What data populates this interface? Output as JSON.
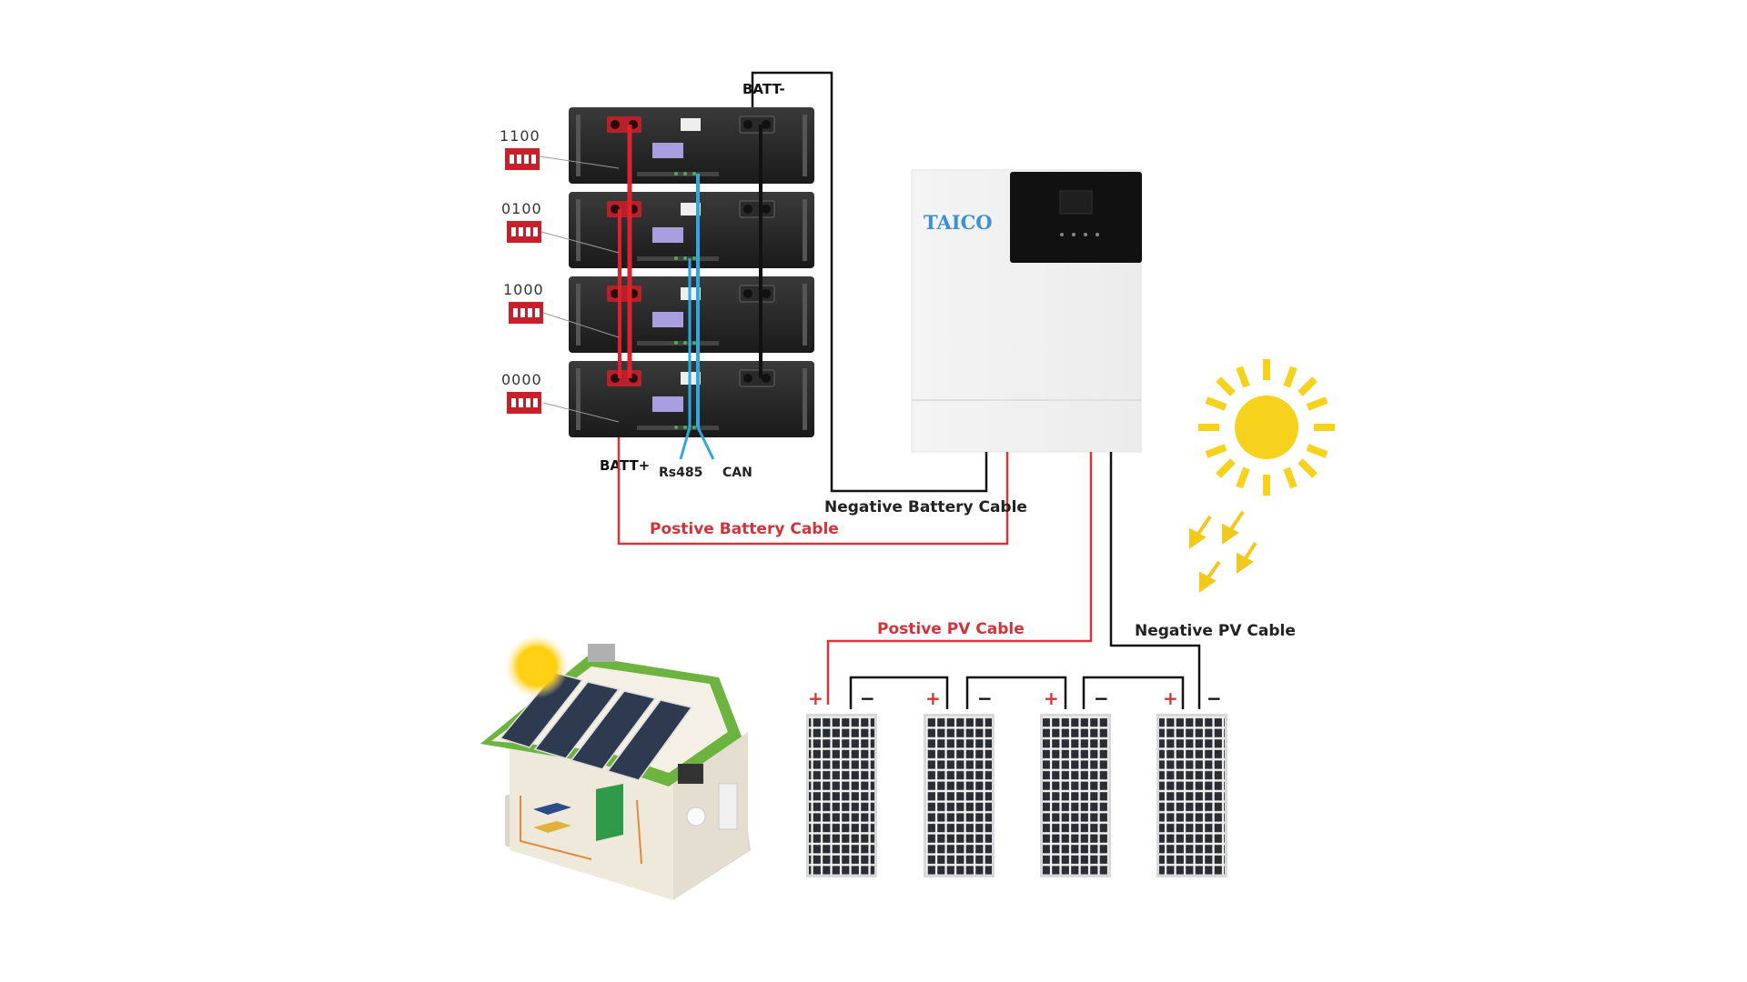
{
  "battery_stack": {
    "batt_minus_label": "BATT-",
    "batt_plus_label": "BATT+",
    "rs485_label": "Rs485",
    "can_label": "CAN",
    "modules": [
      {
        "dip_code": "1100"
      },
      {
        "dip_code": "0100"
      },
      {
        "dip_code": "1000"
      },
      {
        "dip_code": "0000"
      }
    ]
  },
  "inverter": {
    "brand": "TAICO"
  },
  "cables": {
    "negative_battery": "Negative Battery Cable",
    "positive_battery": "Postive Battery Cable",
    "positive_pv": "Postive PV Cable",
    "negative_pv": "Negative PV Cable"
  },
  "pv_array": {
    "plus_sign": "+",
    "minus_sign": "−",
    "panel_count": 4
  },
  "colors": {
    "positive": "#d9343a",
    "negative": "#111111",
    "comm": "#2fa8e0",
    "sun": "#f6d21c",
    "positive_label": "#d0343a",
    "negative_label": "#222222"
  }
}
